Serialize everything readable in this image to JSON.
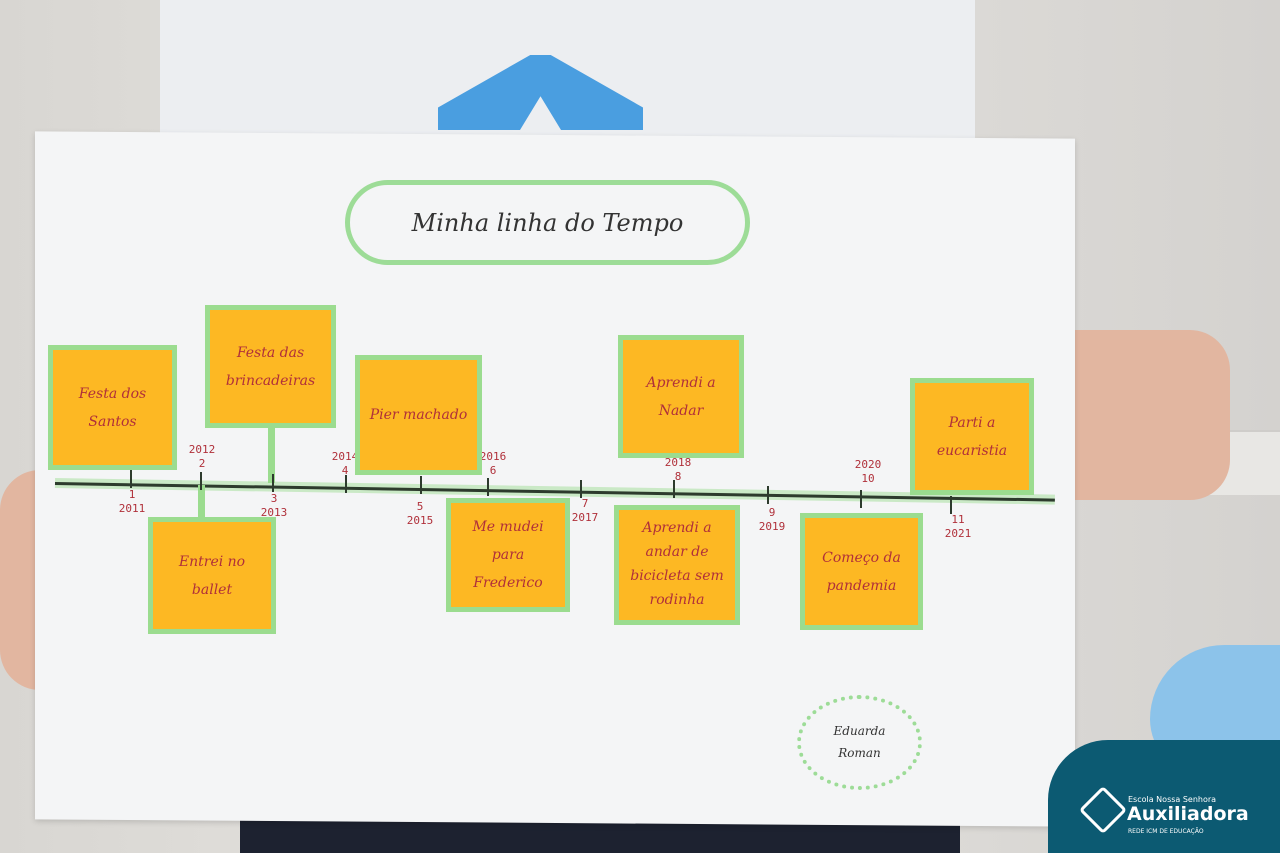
{
  "poster": {
    "title": "Minha linha do Tempo",
    "notes_top": [
      {
        "text": "Festa dos Santos",
        "index": "1",
        "year": "2011"
      },
      {
        "text": "Festa das brincadeiras",
        "index": "3",
        "year": "2013"
      },
      {
        "text": "Pier machado",
        "index": "5",
        "year": "2015"
      },
      {
        "text": "Aprendi a Nadar",
        "index": "8",
        "year": "2018"
      },
      {
        "text": "Parti a eucaristia",
        "index": "11",
        "year": "2021"
      }
    ],
    "notes_bottom": [
      {
        "text": "Entrei no ballet",
        "index": "2",
        "year": "2012"
      },
      {
        "text": "Me mudei para Frederico",
        "index": "6",
        "year": "2016"
      },
      {
        "text": "Aprendi a andar de bicicleta sem rodinha",
        "index": "7",
        "year": "2017"
      },
      {
        "text": "Começo da pandemia",
        "index": "10",
        "year": "2020"
      }
    ],
    "extra_ticks": [
      {
        "index": "4",
        "year": "2014"
      },
      {
        "index": "9",
        "year": "2019"
      }
    ],
    "signature": [
      "Eduarda",
      "Roman"
    ]
  },
  "brand": {
    "small": "Escola Nossa Senhora",
    "name": "Auxiliadora",
    "sub": "REDE ICM DE EDUCAÇÃO"
  }
}
